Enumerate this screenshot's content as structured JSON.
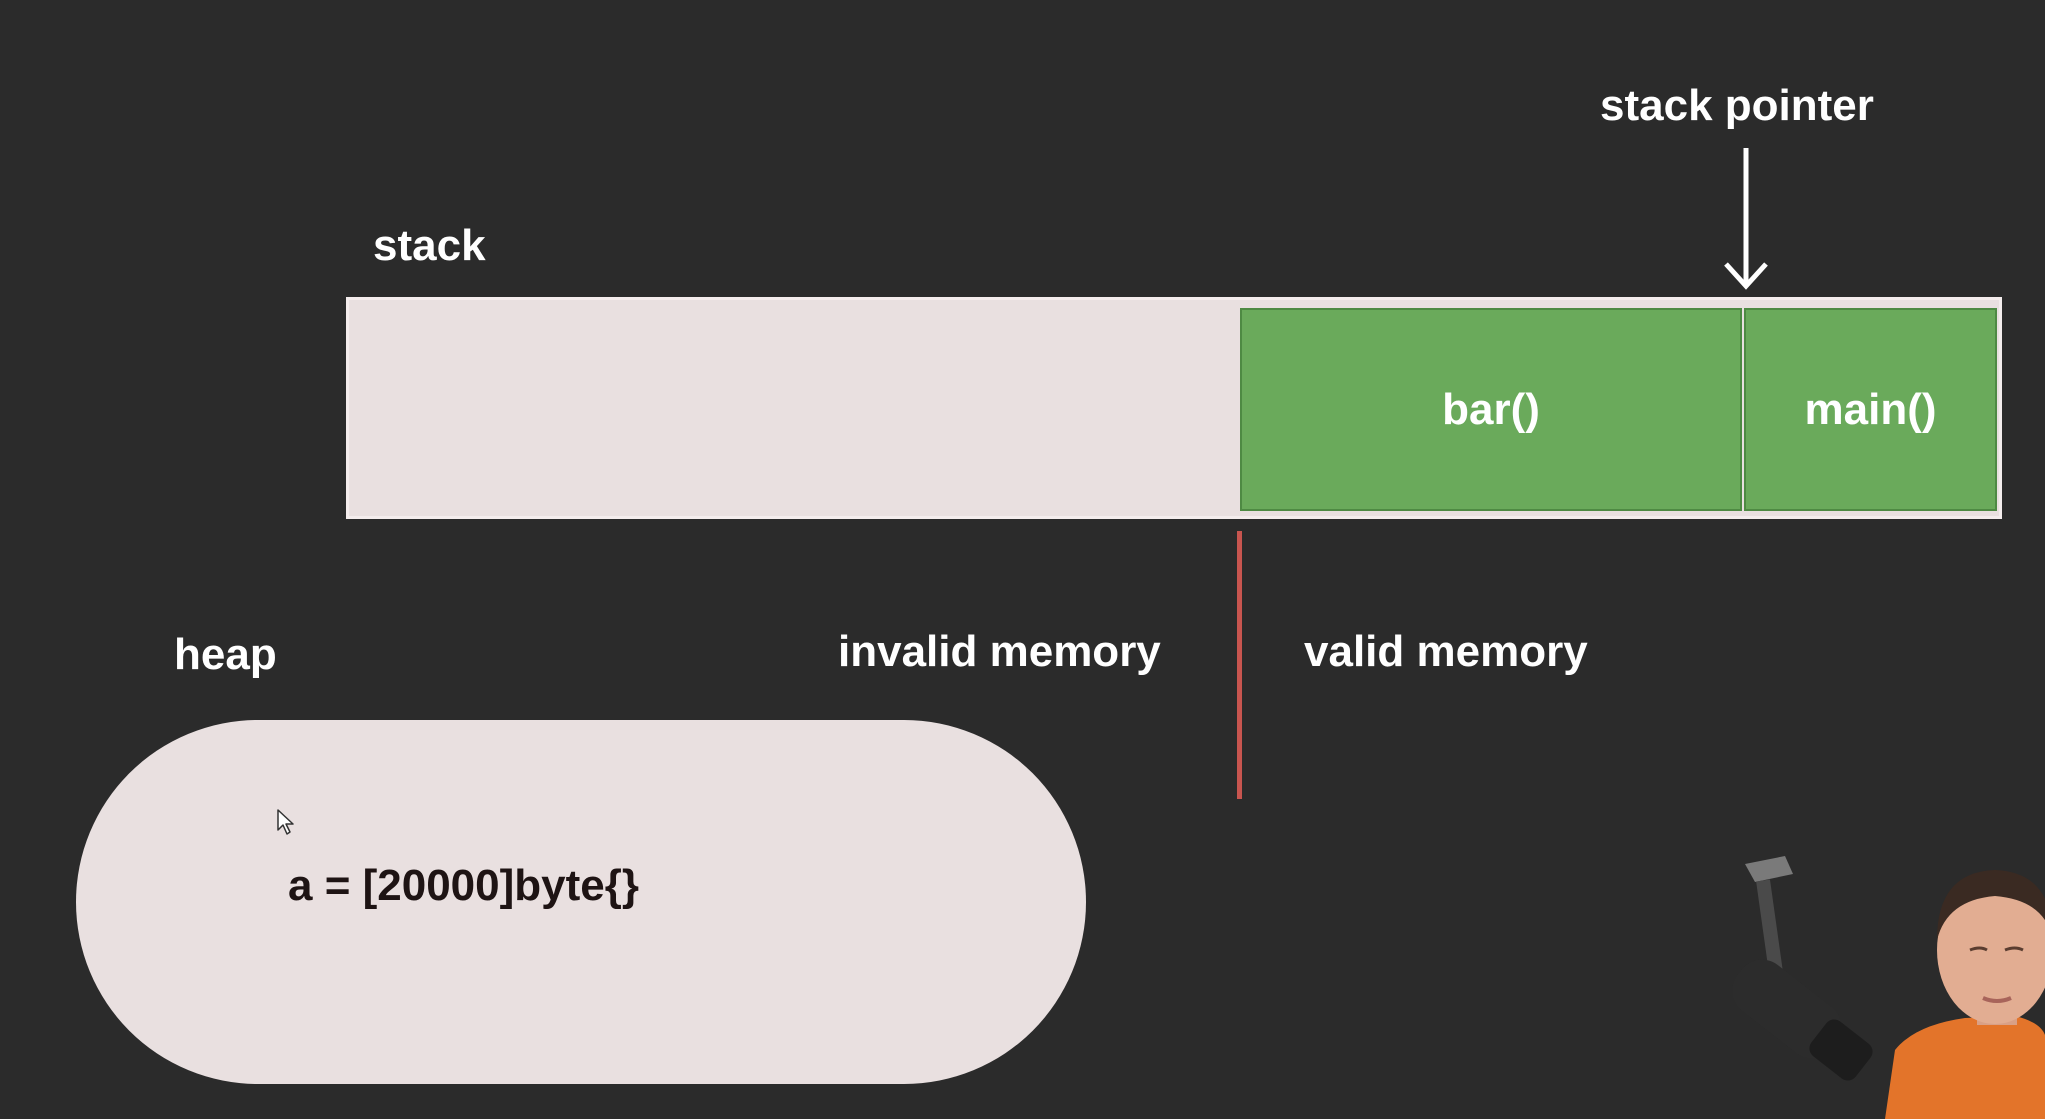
{
  "labels": {
    "stack_pointer": "stack pointer",
    "stack": "stack",
    "heap": "heap",
    "invalid_memory": "invalid memory",
    "valid_memory": "valid memory"
  },
  "frames": [
    {
      "name": "bar()"
    },
    {
      "name": "main()"
    }
  ],
  "heap_code": "a = [20000]byte{}",
  "colors": {
    "background": "#2b2b2b",
    "memory_block": "#e9e0e0",
    "frame_fill": "#6aaa5b",
    "divider": "#c8554f",
    "text": "#ffffff"
  }
}
